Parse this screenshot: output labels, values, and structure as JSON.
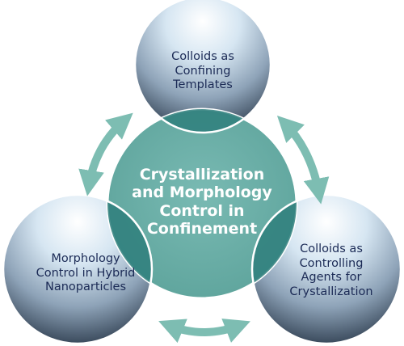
{
  "center": {
    "text": "Crystallization\nand Morphology\nControl in\nConfinement"
  },
  "nodes": {
    "top": {
      "text": "Colloids as\nConfining\nTemplates"
    },
    "right": {
      "text": "Colloids as\nControlling\nAgents for\nCrystallization"
    },
    "left": {
      "text": "Morphology\nControl in Hybrid\nNanoparticles"
    }
  },
  "colors": {
    "center_fill": "#6fb2ab",
    "arrow": "#7dbdb2",
    "outer_light": "#ffffff",
    "outer_dark": "#3a4a5c",
    "text_dark": "#1b2a55"
  }
}
